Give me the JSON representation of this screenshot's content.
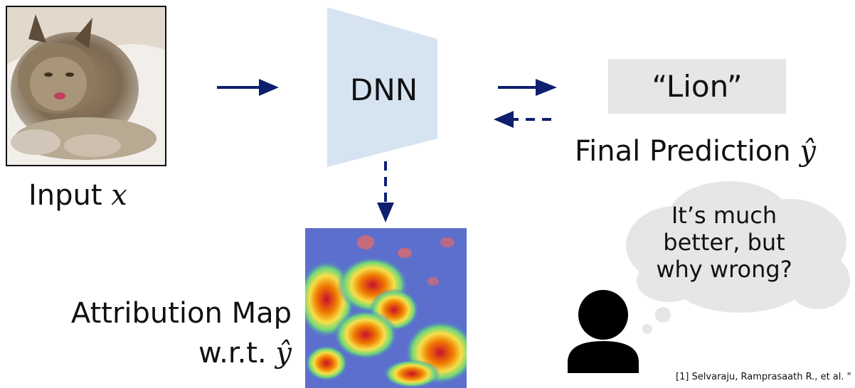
{
  "input": {
    "label": "Input ",
    "var": "x"
  },
  "model": {
    "label": "DNN"
  },
  "prediction": {
    "value": "“Lion”",
    "label": "Final Prediction ",
    "var": "ŷ"
  },
  "attribution": {
    "line1": "Attribution Map",
    "line2": "w.r.t. ",
    "var": "ŷ"
  },
  "thought": {
    "lines": [
      "It’s much",
      "better, but",
      "why wrong?"
    ]
  },
  "citation": "[1] Selvaraju, Ramprasaath R., et al. \"",
  "colors": {
    "arrow": "#0d1f6e",
    "dnn": "#d6e4f2",
    "pred_box": "#e6e6e6",
    "cloud": "#e6e6e6",
    "person": "#000000"
  }
}
